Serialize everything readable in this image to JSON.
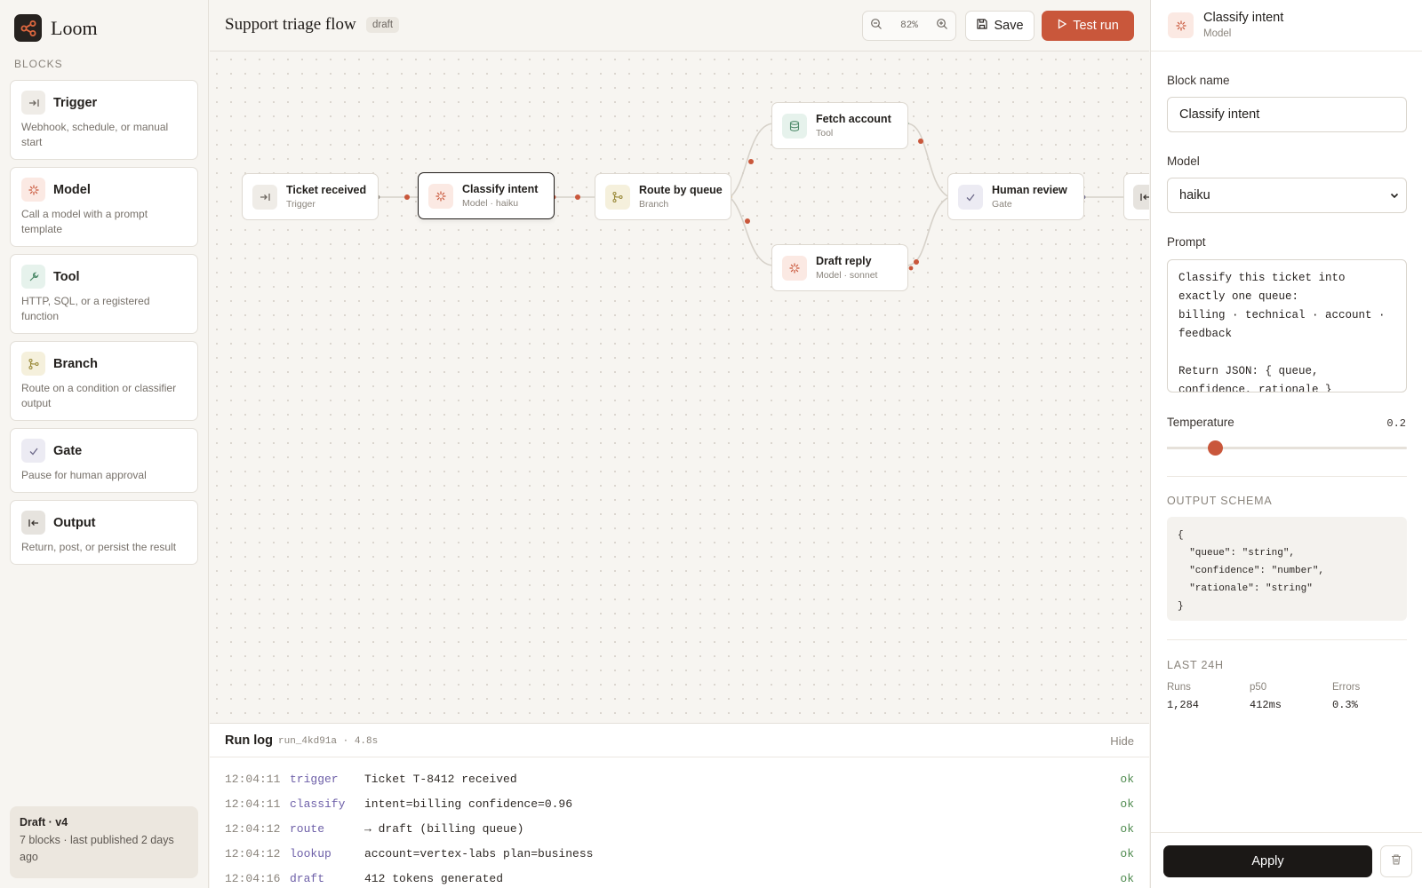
{
  "app": {
    "name": "Loom"
  },
  "sidebar": {
    "section_label": "BLOCKS",
    "blocks": [
      {
        "title": "Trigger",
        "description": "Webhook, schedule, or manual start",
        "icon": "trigger-icon"
      },
      {
        "title": "Model",
        "description": "Call a model with a prompt template",
        "icon": "sparkle-icon"
      },
      {
        "title": "Tool",
        "description": "HTTP, SQL, or a registered function",
        "icon": "wrench-icon"
      },
      {
        "title": "Branch",
        "description": "Route on a condition or classifier output",
        "icon": "branch-icon"
      },
      {
        "title": "Gate",
        "description": "Pause for human approval",
        "icon": "check-icon"
      },
      {
        "title": "Output",
        "description": "Return, post, or persist the result",
        "icon": "output-icon"
      }
    ],
    "draft": {
      "title": "Draft · v4",
      "summary": "7 blocks · last published 2 days ago"
    }
  },
  "topbar": {
    "flow_title": "Support triage flow",
    "status_badge": "draft",
    "zoom": "82%",
    "save_label": "Save",
    "test_run_label": "Test run"
  },
  "canvas": {
    "nodes": [
      {
        "title": "Ticket received",
        "subtitle": "Trigger",
        "icon": "trigger-icon"
      },
      {
        "title": "Classify intent",
        "subtitle": "Model · haiku",
        "icon": "sparkle-icon"
      },
      {
        "title": "Route by queue",
        "subtitle": "Branch",
        "icon": "branch-icon"
      },
      {
        "title": "Fetch account",
        "subtitle": "Tool",
        "icon": "database-icon"
      },
      {
        "title": "Draft reply",
        "subtitle": "Model · sonnet",
        "icon": "sparkle-icon"
      },
      {
        "title": "Human review",
        "subtitle": "Gate",
        "icon": "check-icon"
      }
    ]
  },
  "run_log": {
    "title": "Run log",
    "meta": "run_4kd91a · 4.8s",
    "hide_label": "Hide",
    "rows": [
      {
        "time": "12:04:11",
        "type": "trigger",
        "message": "Ticket T-8412 received",
        "status": "ok"
      },
      {
        "time": "12:04:11",
        "type": "classify",
        "message": "intent=billing confidence=0.96",
        "status": "ok"
      },
      {
        "time": "12:04:12",
        "type": "route",
        "message": "→ draft (billing queue)",
        "status": "ok"
      },
      {
        "time": "12:04:12",
        "type": "lookup",
        "message": "account=vertex-labs plan=business",
        "status": "ok"
      },
      {
        "time": "12:04:16",
        "type": "draft",
        "message": "412 tokens generated",
        "status": "ok"
      }
    ]
  },
  "panel": {
    "title": "Classify intent",
    "subtitle": "Model",
    "block_name_label": "Block name",
    "block_name_value": "Classify intent",
    "model_label": "Model",
    "model_value": "haiku",
    "prompt_label": "Prompt",
    "prompt_value": "Classify this ticket into\nexactly one queue:\nbilling · technical · account ·\nfeedback\n\nReturn JSON: { queue,\nconfidence, rationale }",
    "temperature_label": "Temperature",
    "temperature_value": "0.2",
    "temperature_fraction": 0.2,
    "schema_label": "OUTPUT SCHEMA",
    "schema_value": "{\n  \"queue\": \"string\",\n  \"confidence\": \"number\",\n  \"rationale\": \"string\"\n}",
    "stats_label": "LAST 24H",
    "stats": [
      {
        "label": "Runs",
        "value": "1,284"
      },
      {
        "label": "p50",
        "value": "412ms"
      },
      {
        "label": "Errors",
        "value": "0.3%"
      }
    ],
    "apply_label": "Apply"
  },
  "colors": {
    "accent": "#c9573b",
    "model_tint": "#fbe9e3",
    "tool_tint": "#e6f2ec",
    "branch_tint": "#f5f0dc",
    "gate_tint": "#ecebf3",
    "trigger_tint": "#efece7"
  }
}
